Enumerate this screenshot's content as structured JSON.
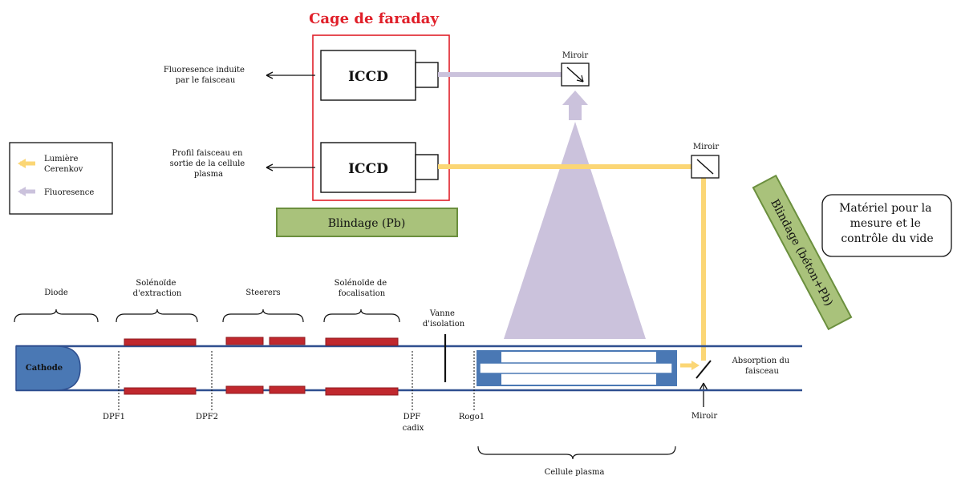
{
  "title": "Cage de faraday",
  "camera_top": {
    "label": "ICCD",
    "output": [
      "Fluoresence induite",
      "par le faisceau"
    ]
  },
  "camera_bottom": {
    "label": "ICCD",
    "output": [
      "Profil faisceau en",
      "sortie de la cellule",
      "plasma"
    ]
  },
  "legend": {
    "cerenkov": [
      "Lumière",
      "Cerenkov"
    ],
    "fluorescence": "Fluoresence"
  },
  "mirror_top": "Miroir",
  "mirror_right": "Miroir",
  "mirror_bottom": "Miroir",
  "shield_pb": "Blindage (Pb)",
  "shield_beton": "Blindage (béton+Pb)",
  "vacuum_box": [
    "Matériel pour la",
    "mesure et le",
    "contrôle du vide"
  ],
  "sections": {
    "diode": "Diode",
    "solenoid_extraction": [
      "Solénoïde",
      "d'extraction"
    ],
    "steerers": "Steerers",
    "solenoid_focus": [
      "Solénoïde de",
      "focalisation"
    ],
    "valve": [
      "Vanne",
      "d'isolation"
    ],
    "absorption": [
      "Absorption du",
      "faisceau"
    ],
    "plasma_cell": "Cellule plasma"
  },
  "cathode": "Cathode",
  "diagnostics": {
    "dpf1": "DPF1",
    "dpf2": "DPF2",
    "dpf_cadix": [
      "DPF",
      "cadix"
    ],
    "rogo1": "Rogo1"
  },
  "colors": {
    "faraday_red": "#e0202a",
    "cerenkov_yellow": "#fbd675",
    "fluorescence_lavender": "#cbc2dc",
    "shield_green_fill": "#a9c27b",
    "shield_green_stroke": "#6b8f3e",
    "magnet_red": "#c0282e",
    "pipe_blue": "#2f4f8f",
    "cathode_blue": "#4a78b4",
    "plasma_cell_blue": "#4a78b4"
  }
}
